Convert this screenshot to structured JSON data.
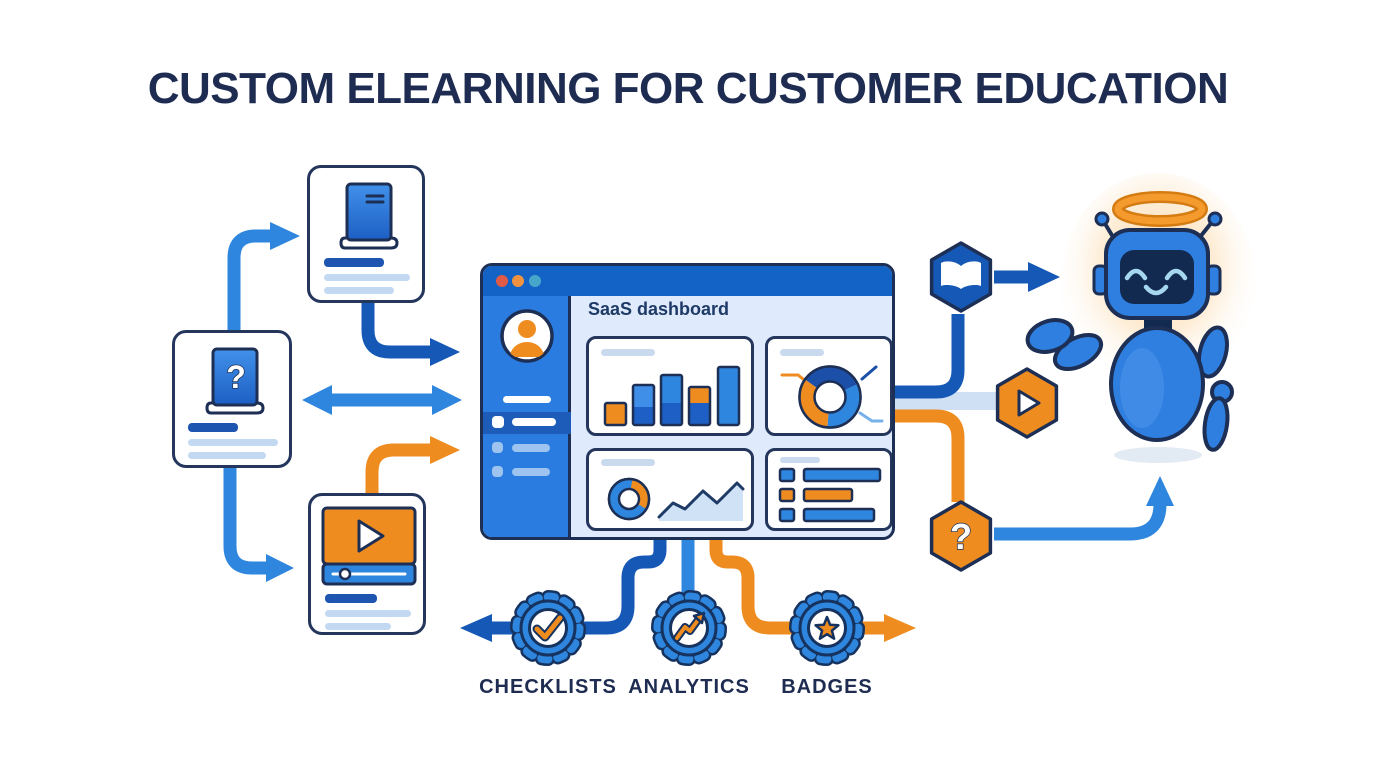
{
  "title": "CUSTOM ELEARNING FOR CUSTOMER EDUCATION",
  "window": {
    "title": "SaaS dashboard"
  },
  "badges": [
    {
      "label": "CHECKLISTS",
      "icon": "checkmark-icon"
    },
    {
      "label": "ANALYTICS",
      "icon": "trending-up-icon"
    },
    {
      "label": "BADGES",
      "icon": "star-icon"
    }
  ],
  "glyphs": {
    "question_book": "?",
    "question_hexagon": "?"
  },
  "icons": {
    "book-icon": "closed blue book",
    "question-book-icon": "book with question mark",
    "video-player-icon": "video player with play button",
    "avatar-icon": "user avatar",
    "open-book-icon": "open book in hexagon",
    "play-icon": "play triangle in hexagon",
    "question-icon": "question mark in hexagon",
    "checkmark-icon": "checkmark seal",
    "trending-up-icon": "rising arrow seal",
    "star-icon": "star seal",
    "robot-icon": "smiling robot mascot with halo",
    "window-dots-icon": "window control dots"
  },
  "colors": {
    "navy": "#1e2c52",
    "dark_blue": "#1658b5",
    "blue": "#2e86de",
    "sidebar_blue": "#2b7ce0",
    "titlebar_blue": "#1363c6",
    "pale_blue": "#dfeafc",
    "light_blue": "#c3d9f2",
    "orange": "#ef8c1f",
    "outline": "#1d2f55",
    "white": "#ffffff"
  }
}
